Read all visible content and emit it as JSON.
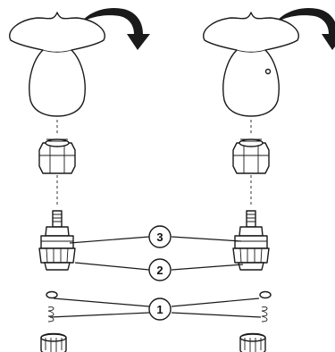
{
  "callouts": [
    {
      "id": "callout-3",
      "label": "3"
    },
    {
      "id": "callout-2",
      "label": "2"
    },
    {
      "id": "callout-1",
      "label": "1"
    }
  ],
  "colors": {
    "line": "#1a1a1a",
    "arrow": "#1a1a1a",
    "background": "#ffffff"
  }
}
